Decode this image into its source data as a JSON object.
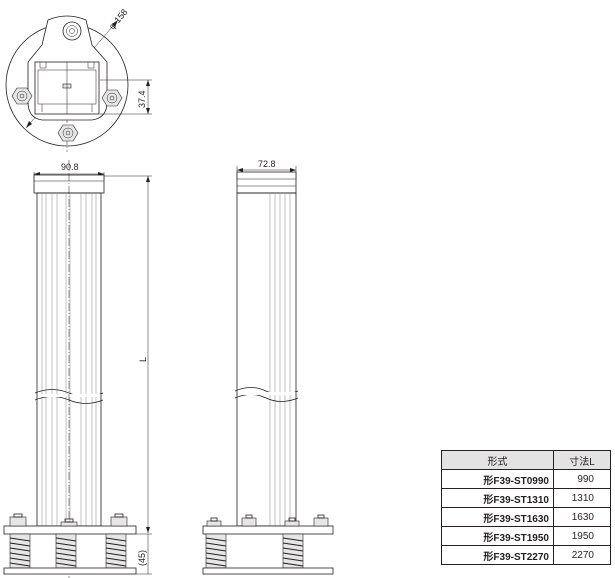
{
  "dimensions": {
    "diameter": "φ 158",
    "offset": "37.4",
    "width_front": "90.8",
    "width_side": "72.8",
    "length": "L",
    "base_height": "(45)"
  },
  "table": {
    "header_model": "形式",
    "header_size": "寸法L",
    "rows": [
      {
        "model": "形F39-ST0990",
        "size": "990"
      },
      {
        "model": "形F39-ST1310",
        "size": "1310"
      },
      {
        "model": "形F39-ST1630",
        "size": "1630"
      },
      {
        "model": "形F39-ST1950",
        "size": "1950"
      },
      {
        "model": "形F39-ST2270",
        "size": "2270"
      }
    ]
  }
}
